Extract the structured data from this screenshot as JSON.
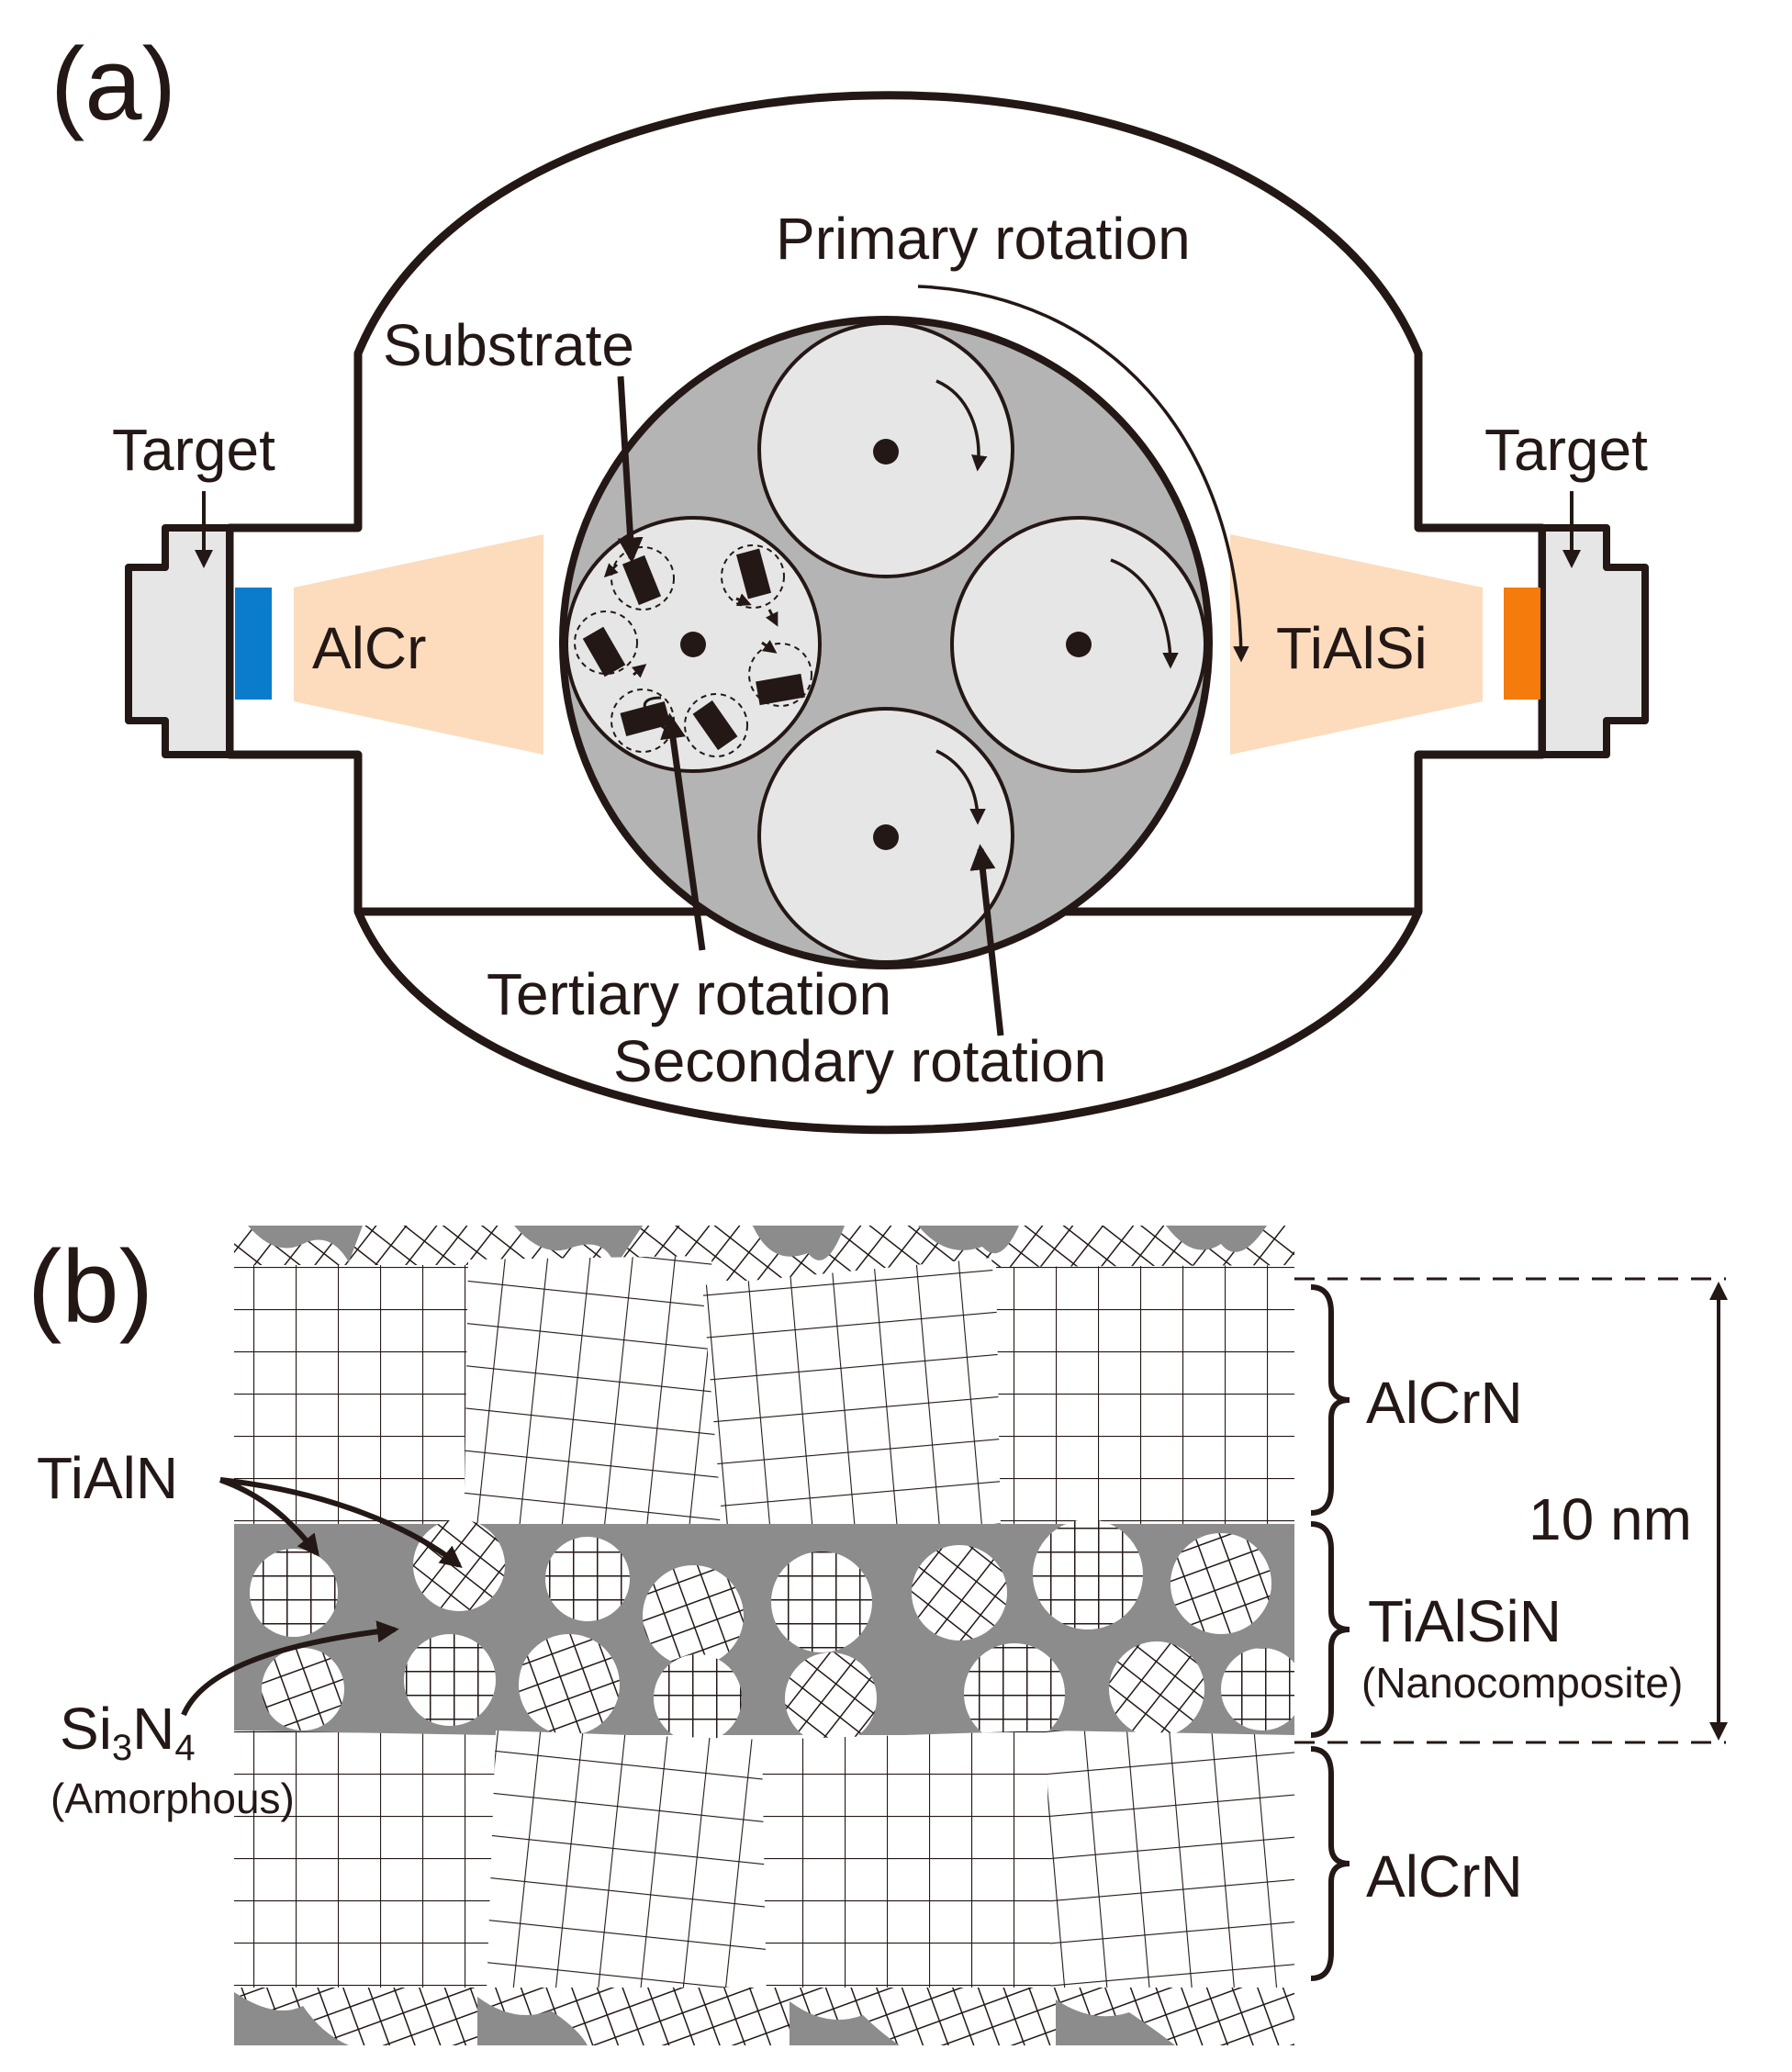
{
  "panel_a": {
    "panel_label": "(a)",
    "labels": {
      "primary_rotation": "Primary rotation",
      "substrate": "Substrate",
      "target_left": "Target",
      "target_right": "Target",
      "alcr": "AlCr",
      "tialsi": "TiAlSi",
      "tertiary_rotation": "Tertiary rotation",
      "secondary_rotation": "Secondary rotation"
    },
    "colors": {
      "alcr_target": "#0a7ccb",
      "tialsi_target": "#f47b0c",
      "plasma": "#fcdcbd",
      "turntable": "#b4b4b4",
      "holder": "#e6e6e6",
      "target_body": "#e6e6e6",
      "line": "#231815"
    }
  },
  "panel_b": {
    "panel_label": "(b)",
    "labels": {
      "alcrn_top": "AlCrN",
      "tialsin": "TiAlSiN",
      "nanocomposite": "(Nanocomposite)",
      "alcrn_bottom": "AlCrN",
      "scale": "10 nm",
      "tialn": "TiAlN",
      "si": "Si",
      "sub3": "3",
      "n": "N",
      "sub4": "4",
      "amorphous": "(Amorphous)"
    },
    "colors": {
      "amorphous_phase": "#8c8c8c",
      "lattice_lines": "#231815"
    }
  }
}
